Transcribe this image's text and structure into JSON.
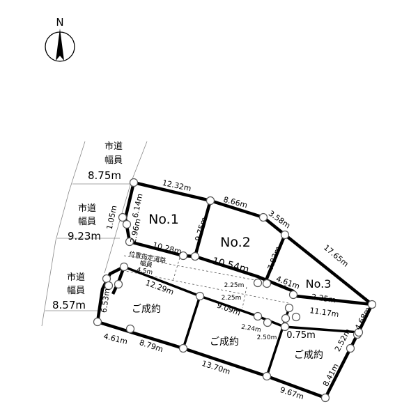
{
  "compass": {
    "label": "N"
  },
  "roads": [
    {
      "name_line1": "市道",
      "name_line2": "幅員",
      "width": "8.75m"
    },
    {
      "name_line1": "市道",
      "name_line2": "幅員",
      "width": "9.23m"
    },
    {
      "name_line1": "市道",
      "name_line2": "幅員",
      "width": "8.57m"
    }
  ],
  "private_road": {
    "line1": "位置指定道路",
    "line2": "幅員",
    "width": "4.5m"
  },
  "lots": [
    {
      "name": "No.1"
    },
    {
      "name": "No.2"
    },
    {
      "name": "No.3"
    },
    {
      "name": "ご成約"
    },
    {
      "name": "ご成約"
    },
    {
      "name": "ご成約"
    }
  ],
  "dimensions": {
    "d_12_32": "12.32m",
    "d_8_66": "8.66m",
    "d_3_58": "3.58m",
    "d_17_65": "17.65m",
    "d_6_14": "6.14m",
    "d_1_05": "1.05m",
    "d_2_96": "2.96m",
    "d_9_75": "9.75m",
    "d_10_28": "10.28m",
    "d_10_54": "10.54m",
    "d_7_83": "7.83m",
    "d_4_61_top": "4.61m",
    "d_2_25_a": "2.25m",
    "d_2_25_b": "2.25m",
    "d_2_25_c": "2.25m",
    "d_12_29": "12.29m",
    "d_9_09": "9.09m",
    "d_11_17": "11.17m",
    "d_4_68": "4.68m",
    "d_6_53": "6.53m",
    "d_2_24": "2.24m",
    "d_2_50": "2.50m",
    "d_0_75": "0.75m",
    "d_2_52": "2.52m",
    "d_4_61_bottom": "4.61m",
    "d_8_79": "8.79m",
    "d_13_70": "13.70m",
    "d_9_67": "9.67m",
    "d_8_41": "8.41m"
  }
}
